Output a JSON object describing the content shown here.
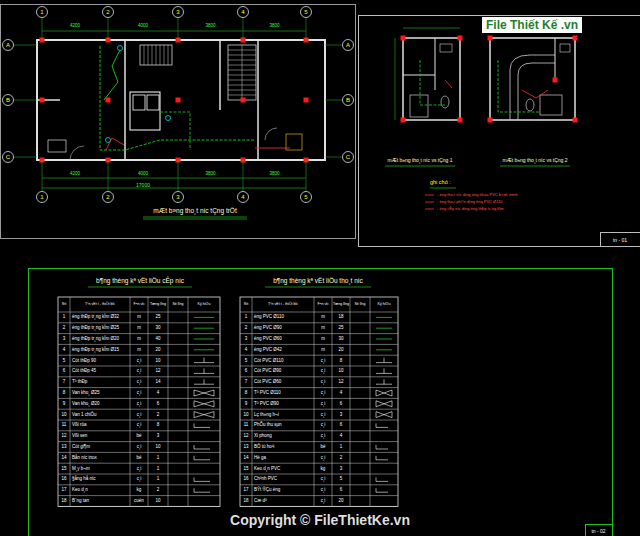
{
  "diagram": {
    "labels": [
      "1",
      "2",
      "3",
      "4",
      "5",
      "1",
      "2",
      "3",
      "4",
      "5",
      "A",
      "B",
      "C",
      "A",
      "B",
      "C",
      "4200",
      "4000",
      "3800",
      "3800",
      "4200",
      "4000",
      "3800",
      "3800",
      "17000",
      "mÆt b»ng tho¸t n­íc tÇng trÖt",
      "mÆt b»ng tho¸t n­íc vs tÇng 1",
      "mÆt b»ng tho¸t n­íc vs tÇng 2",
      "ghi chó :",
      "- èng tho¸t n­íc dïng èng nhùa PVC b×nh minh",
      "- èng tho¸t ph©n dïng èng PVC Ø110",
      "- èng cÊp n­íc dïng èng thÐp tr¸ng kÏm",
      "tn - 01",
      "b¶ng thèng kª vËt liÖu cÊp n­íc",
      "Stt",
      "Tªn vËt t­ - thiÕt bÞ",
      "§¬n vÞ",
      "Tæng l­îng",
      "Sè l­îng",
      "Ký hiÖu",
      "1",
      "èng thÐp tr¸ng kÏm Ø32",
      "m",
      "25",
      "2",
      "èng thÐp tr¸ng kÏm Ø25",
      "m",
      "30",
      "3",
      "èng thÐp tr¸ng kÏm Ø20",
      "m",
      "40",
      "4",
      "èng thÐp tr¸ng kÏm Ø15",
      "m",
      "20",
      "5",
      "Cót thÐp 90",
      "c¸i",
      "10",
      "6",
      "Cót thÐp 45",
      "c¸i",
      "12",
      "7",
      "Tª thÐp",
      "c¸i",
      "14",
      "8",
      "Van kho¸ Ø25",
      "c¸i",
      "4",
      "9",
      "Van kho¸ Ø20",
      "c¸i",
      "6",
      "10",
      "Van 1 chiÒu",
      "c¸i",
      "2",
      "11",
      "Vßi röa",
      "c¸i",
      "8",
      "12",
      "Vßi sen",
      "bé",
      "3",
      "13",
      "Cót gi¶m",
      "c¸i",
      "10",
      "14",
      "Bån n­íc inox",
      "bé",
      "1",
      "15",
      "M¸y b¬m",
      "c¸i",
      "1",
      "16",
      "§ång hå n­íc",
      "c¸i",
      "1",
      "17",
      "Keo d¸n",
      "kg",
      "2",
      "18",
      "B¨ng tan",
      "cuén",
      "10",
      "b¶ng thèng kª vËt liÖu tho¸t n­íc",
      "Stt",
      "Tªn vËt t­ - thiÕt bÞ",
      "§¬n vÞ",
      "Tæng l­îng",
      "Sè l­îng",
      "Ký hiÖu",
      "1",
      "èng PVC Ø110",
      "m",
      "18",
      "2",
      "èng PVC Ø90",
      "m",
      "25",
      "3",
      "èng PVC Ø60",
      "m",
      "30",
      "4",
      "èng PVC Ø42",
      "m",
      "20",
      "5",
      "Cót PVC Ø110",
      "c¸i",
      "8",
      "6",
      "Cót PVC Ø90",
      "c¸i",
      "10",
      "7",
      "Cót PVC Ø60",
      "c¸i",
      "12",
      "8",
      "Tª PVC Ø110",
      "c¸i",
      "4",
      "9",
      "Tª PVC Ø90",
      "c¸i",
      "6",
      "10",
      "Lç th«ng h¬i",
      "c¸i",
      "3",
      "11",
      "PhÔu thu sµn",
      "c¸i",
      "6",
      "12",
      "Xi phong",
      "c¸i",
      "4",
      "13",
      "BÓ tù ho¹i",
      "bé",
      "1",
      "14",
      "Hè ga",
      "c¸i",
      "2",
      "15",
      "Keo d¸n PVC",
      "kg",
      "3",
      "16",
      "Chªnh PVC",
      "c¸i",
      "5",
      "17",
      "BÝt ®Çu èng",
      "c¸i",
      "6",
      "18",
      "Cæ dª",
      "c¸i",
      "20",
      "tn - 02",
      "Copyright © FileThietKe.vn",
      "File Thiết Kế .vn"
    ]
  }
}
